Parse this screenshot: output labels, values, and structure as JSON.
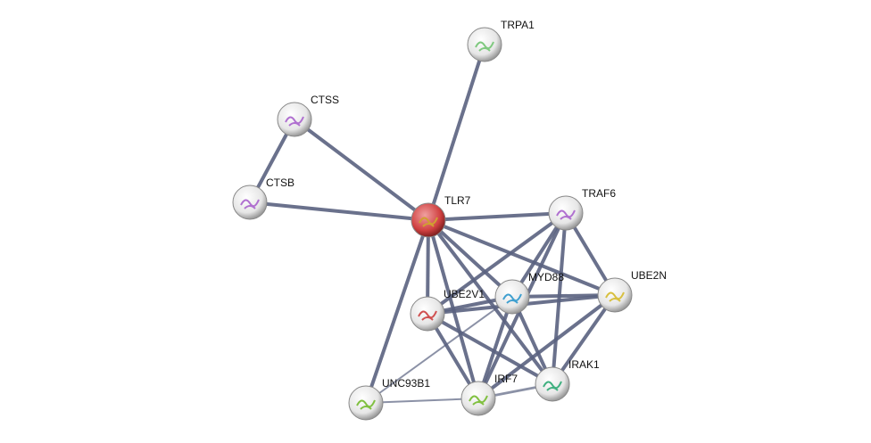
{
  "network": {
    "query_color": "#cc3333",
    "node_color": "#e8e8e8",
    "edge_color": "#5a6280",
    "nodes": [
      {
        "id": "TRPA1",
        "query": false,
        "art": "#7fc97f"
      },
      {
        "id": "CTSS",
        "query": false,
        "art": "#b070d0"
      },
      {
        "id": "CTSB",
        "query": false,
        "art": "#b070d0"
      },
      {
        "id": "TLR7",
        "query": true,
        "art": "#d0a030"
      },
      {
        "id": "TRAF6",
        "query": false,
        "art": "#b070d0"
      },
      {
        "id": "UBE2N",
        "query": false,
        "art": "#d8c040"
      },
      {
        "id": "MYD88",
        "query": false,
        "art": "#40a0d0"
      },
      {
        "id": "UBE2V1",
        "query": false,
        "art": "#d05050"
      },
      {
        "id": "IRAK1",
        "query": false,
        "art": "#40b080"
      },
      {
        "id": "IRF7",
        "query": false,
        "art": "#80c040"
      },
      {
        "id": "UNC93B1",
        "query": false,
        "art": "#80c040"
      }
    ],
    "edges": [
      [
        "TRPA1",
        "TLR7",
        1
      ],
      [
        "CTSS",
        "TLR7",
        1
      ],
      [
        "CTSS",
        "CTSB",
        1
      ],
      [
        "CTSB",
        "TLR7",
        1
      ],
      [
        "TLR7",
        "TRAF6",
        1
      ],
      [
        "TLR7",
        "UBE2N",
        1
      ],
      [
        "TLR7",
        "MYD88",
        1
      ],
      [
        "TLR7",
        "UBE2V1",
        1
      ],
      [
        "TLR7",
        "IRAK1",
        1
      ],
      [
        "TLR7",
        "IRF7",
        1
      ],
      [
        "TLR7",
        "UNC93B1",
        1
      ],
      [
        "TRAF6",
        "UBE2N",
        1
      ],
      [
        "TRAF6",
        "MYD88",
        1
      ],
      [
        "TRAF6",
        "UBE2V1",
        1
      ],
      [
        "TRAF6",
        "IRAK1",
        1
      ],
      [
        "TRAF6",
        "IRF7",
        1
      ],
      [
        "UBE2N",
        "MYD88",
        1
      ],
      [
        "UBE2N",
        "UBE2V1",
        1
      ],
      [
        "UBE2N",
        "IRAK1",
        1
      ],
      [
        "UBE2N",
        "IRF7",
        1
      ],
      [
        "MYD88",
        "UBE2V1",
        1
      ],
      [
        "MYD88",
        "IRAK1",
        1
      ],
      [
        "MYD88",
        "IRF7",
        1
      ],
      [
        "MYD88",
        "UNC93B1",
        0.5
      ],
      [
        "UBE2V1",
        "IRAK1",
        1
      ],
      [
        "UBE2V1",
        "IRF7",
        1
      ],
      [
        "IRF7",
        "IRAK1",
        0.7
      ],
      [
        "UNC93B1",
        "IRF7",
        0.5
      ]
    ]
  }
}
